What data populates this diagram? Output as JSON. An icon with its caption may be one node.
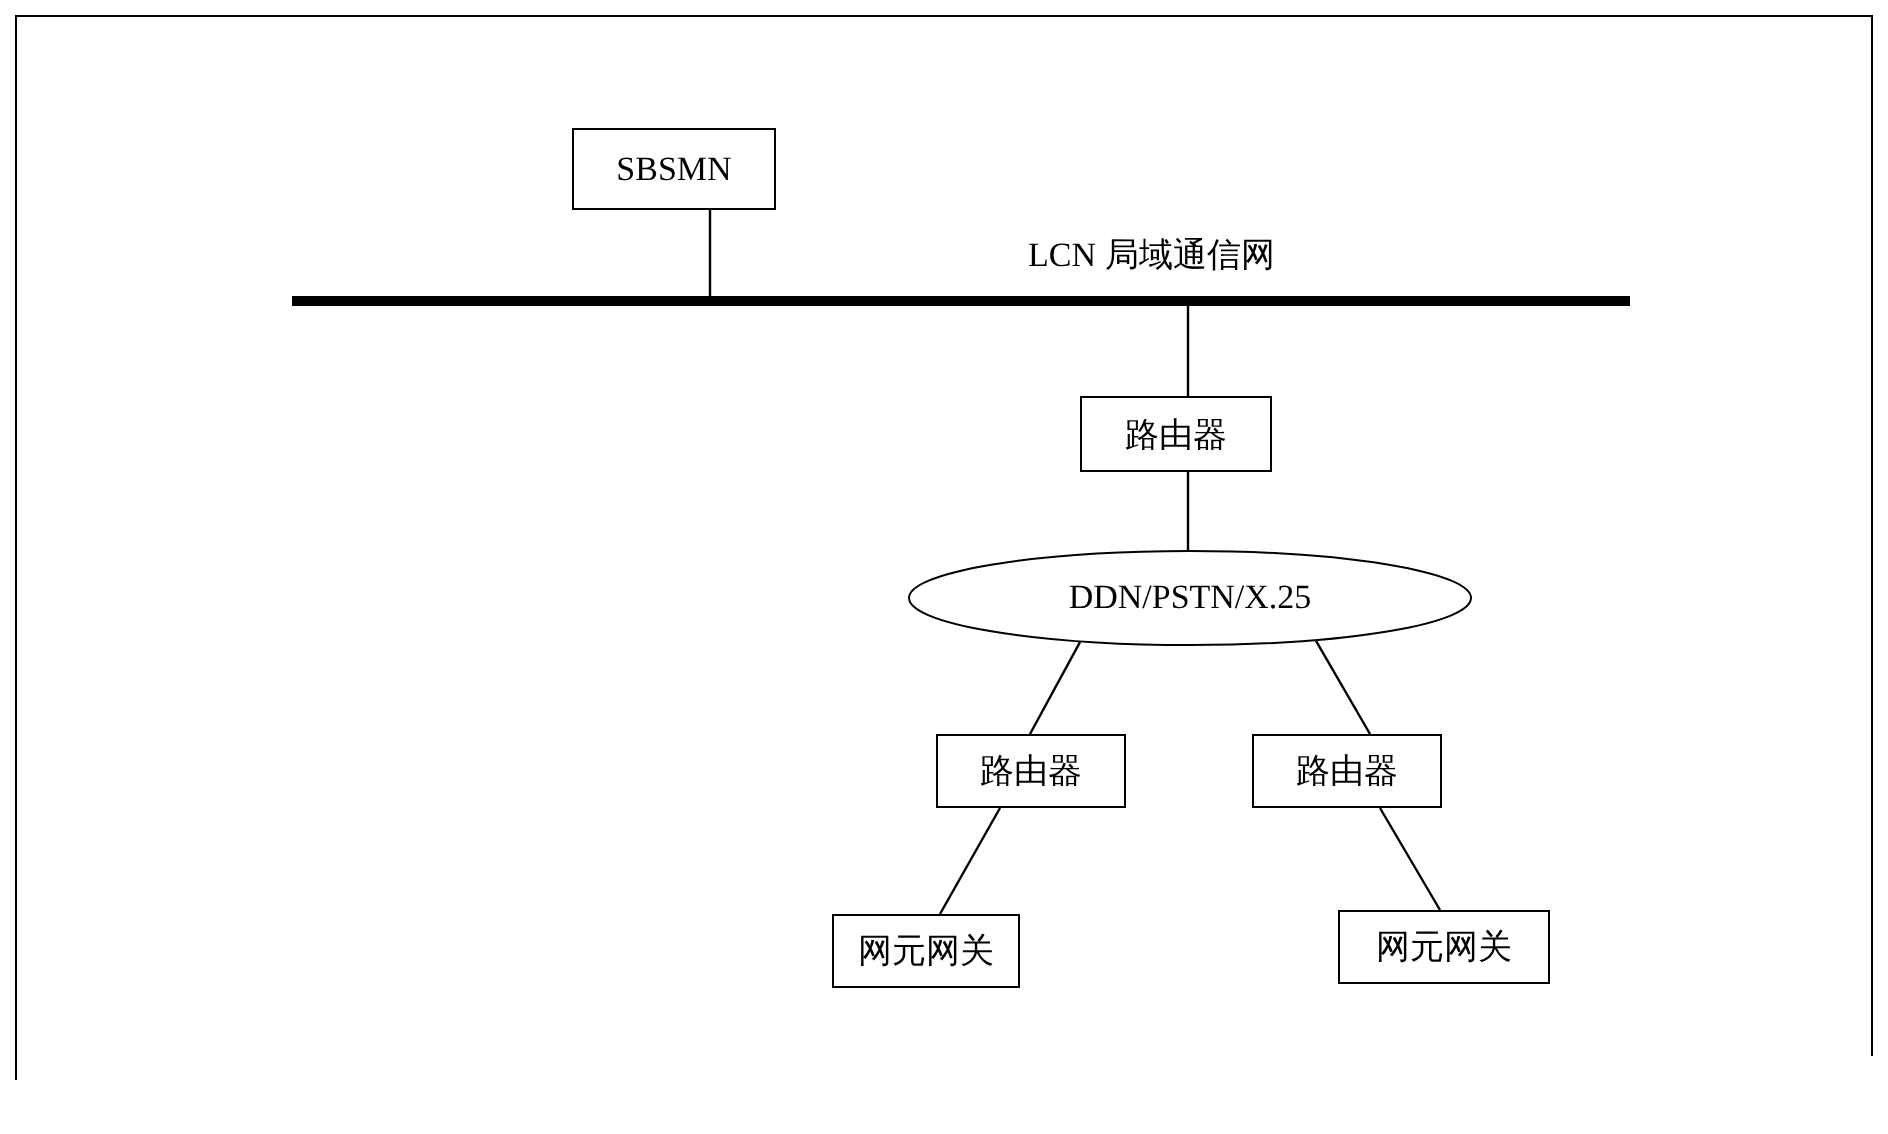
{
  "diagram": {
    "nodes": [
      {
        "text": [
          "SBSMN"
        ]
      },
      {
        "text": [
          "LCN 局域通信网"
        ]
      },
      {
        "text": [
          "路由器"
        ]
      },
      {
        "text": [
          "DDN/PSTN/X.25"
        ]
      },
      {
        "text": [
          "路由器"
        ]
      },
      {
        "text": [
          "路由器"
        ]
      },
      {
        "text": [
          "网元网关"
        ]
      },
      {
        "text": [
          "网元网关"
        ]
      }
    ],
    "edges": [
      {
        "from": 0,
        "to": 1,
        "arrow": "none"
      },
      {
        "from": 1,
        "to": 2,
        "arrow": "none"
      },
      {
        "from": 2,
        "to": 3,
        "arrow": "none"
      },
      {
        "from": 3,
        "to": 4,
        "arrow": "none"
      },
      {
        "from": 3,
        "to": 5,
        "arrow": "none"
      },
      {
        "from": 4,
        "to": 6,
        "arrow": "none"
      },
      {
        "from": 5,
        "to": 7,
        "arrow": "none"
      }
    ]
  }
}
